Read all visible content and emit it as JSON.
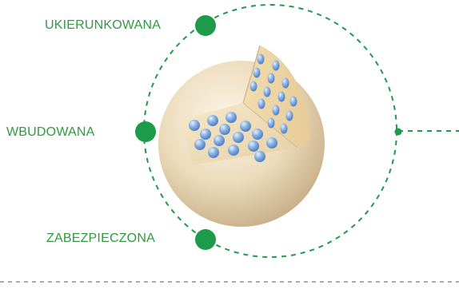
{
  "labels": {
    "top": "UKIERUNKOWANA",
    "middle": "WBUDOWANA",
    "bottom": "ZABEZPIECZONA"
  },
  "colors": {
    "accent_green": "#1e9b4a",
    "sphere_light": "#f3e7cf",
    "sphere_mid": "#e6d3ad",
    "sphere_dark": "#b79d76",
    "particle_blue": "#5b8fd1"
  },
  "icons": {
    "dot": "filled-circle-marker",
    "illustration": "cutaway-sphere-with-blue-particles"
  }
}
